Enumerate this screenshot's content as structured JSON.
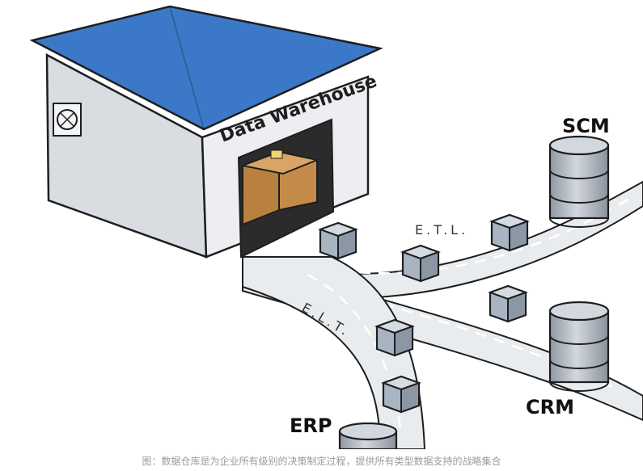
{
  "warehouse": {
    "sign": "Data Warehouse"
  },
  "flows": {
    "etl": "E.T.L.",
    "elt": "E.L.T."
  },
  "sources": [
    {
      "label": "SCM"
    },
    {
      "label": "CRM"
    },
    {
      "label": "ERP"
    }
  ],
  "caption": "图：数据仓库是为企业所有级别的决策制定过程，提供所有类型数据支持的战略集合",
  "colors": {
    "roof": "#3b79c8",
    "wall": "#e4e6ea",
    "box": "#c48a4a",
    "cube": "#a9b4c2",
    "db": "#b5bcc5",
    "road": "#e9ecef",
    "outline": "#1e1e1e"
  }
}
